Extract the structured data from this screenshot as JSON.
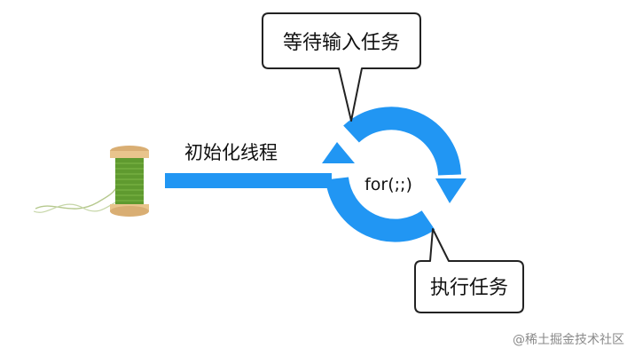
{
  "diagram": {
    "colors": {
      "accent": "#2196f3",
      "bubble_border": "#222222",
      "text": "#111111",
      "spool_wood": "#e9c48c",
      "spool_thread": "#5f9a2f",
      "watermark": "#8a8a8a"
    },
    "nodes": {
      "wait_bubble": {
        "label": "等待输入任务"
      },
      "execute_bubble": {
        "label": "执行任务"
      },
      "init_label": {
        "label": "初始化线程"
      },
      "loop_label": {
        "label": "for(;;)"
      },
      "spool": {
        "icon": "thread-spool-icon"
      }
    },
    "edges": [
      {
        "from": "spool",
        "to": "loop",
        "label_ref": "init_label"
      }
    ],
    "watermark": "@稀土掘金技术社区"
  }
}
